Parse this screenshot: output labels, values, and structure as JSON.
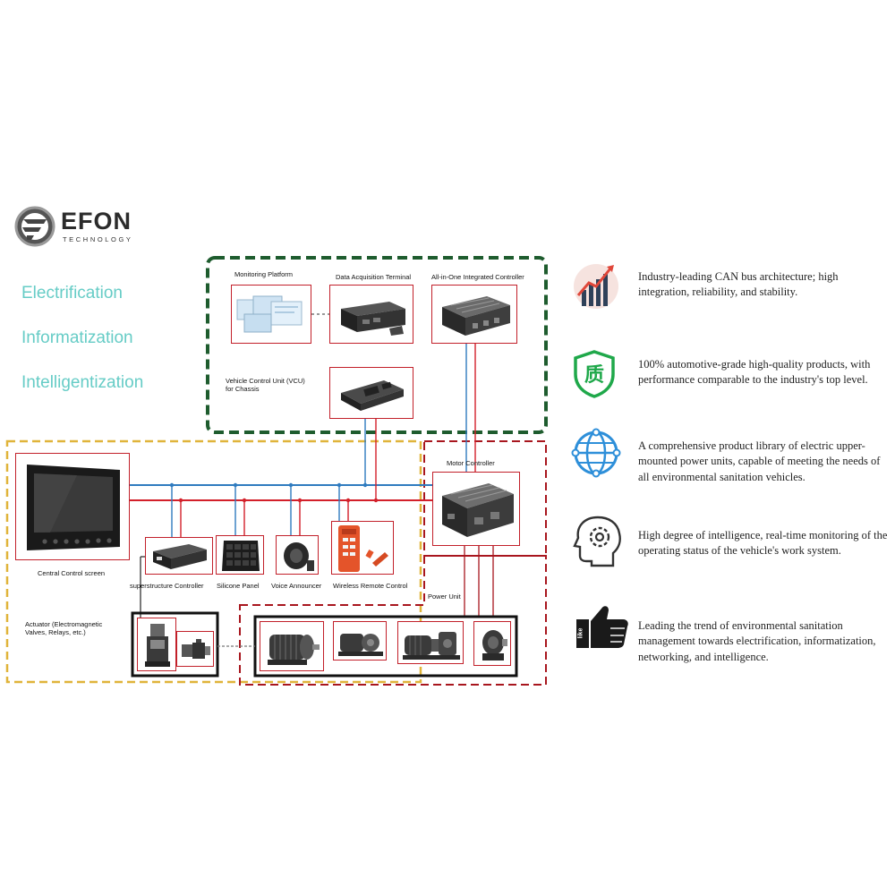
{
  "brand": {
    "name": "EFON",
    "subtitle": "TECHNOLOGY"
  },
  "slogans": [
    "Electrification",
    "Informatization",
    "Intelligentization"
  ],
  "labels": {
    "monitoring_platform": "Monitoring Platform",
    "data_terminal": "Data Acquisition Terminal",
    "all_in_one": "All-in-One Integrated Controller",
    "vcu_line1": "Vehicle Control Unit (VCU)",
    "vcu_line2": "for Chassis",
    "motor_controller": "Motor Controller",
    "central_screen": "Central Control screen",
    "superstructure": "superstructure Controller",
    "silicone_panel": "Silicone Panel",
    "voice_announcer": "Voice Announcer",
    "wireless_remote": "Wireless Remote Control",
    "power_unit": "Power Unit",
    "actuator_line1": "Actuator (Electromagnetic",
    "actuator_line2": "Valves, Relays, etc.)"
  },
  "features": [
    {
      "icon": "bar-chart-trend-icon",
      "text": "Industry-leading CAN bus architecture; high integration, reliability, and stability."
    },
    {
      "icon": "quality-shield-icon",
      "glyph": "质",
      "text": "100% automotive-grade high-quality products, with performance comparable to the industry's top level."
    },
    {
      "icon": "globe-network-icon",
      "text": "A comprehensive product library of electric upper-mounted power units, capable of meeting the needs of all environmental sanitation vehicles."
    },
    {
      "icon": "head-gear-icon",
      "text": "High degree of intelligence, real-time monitoring of the operating status of the vehicle's work system."
    },
    {
      "icon": "thumbs-up-like-icon",
      "glyph": "like",
      "text": "Leading the trend of environmental sanitation management towards electrification, informatization, networking, and intelligence."
    }
  ],
  "colors": {
    "green_region": "#1e5c2e",
    "yellow_region": "#e0b43a",
    "red_region": "#a8161e",
    "bus_blue": "#2f7bbf",
    "bus_red": "#d3202a",
    "slogan": "#66ccc6",
    "box_border": "#c2202a"
  }
}
